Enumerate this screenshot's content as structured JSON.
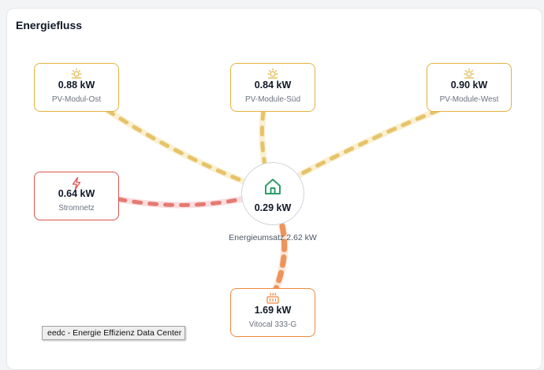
{
  "card": {
    "title": "Energiefluss"
  },
  "colors": {
    "pv": "#e3b341",
    "pv_dash": "#e6c36a",
    "pv_track": "#faf0d2",
    "grid": "#d9534f",
    "grid_dash": "#e67a72",
    "grid_track": "#f9dede",
    "heat": "#f0883e",
    "heat_dash": "#ef935a",
    "heat_track": "#fbe5d6",
    "hub": "#2e9e6b"
  },
  "nodes": {
    "pv_ost": {
      "value": "0.88 kW",
      "label": "PV-Modul-Ost",
      "icon": "sun-icon"
    },
    "pv_sued": {
      "value": "0.84 kW",
      "label": "PV-Module-Süd",
      "icon": "sun-icon"
    },
    "pv_west": {
      "value": "0.90 kW",
      "label": "PV-Module-West",
      "icon": "sun-icon"
    },
    "grid": {
      "value": "0.64 kW",
      "label": "Stromnetz",
      "icon": "lightning-icon"
    },
    "heatpump": {
      "value": "1.69 kW",
      "label": "Vitocal 333-G",
      "icon": "heat-pump-icon"
    }
  },
  "hub": {
    "value": "0.29 kW",
    "caption": "Energieumsatz 2.62 kW",
    "icon": "house-icon"
  },
  "tooltip": {
    "text": "eedc - Energie Effizienz Data Center"
  }
}
